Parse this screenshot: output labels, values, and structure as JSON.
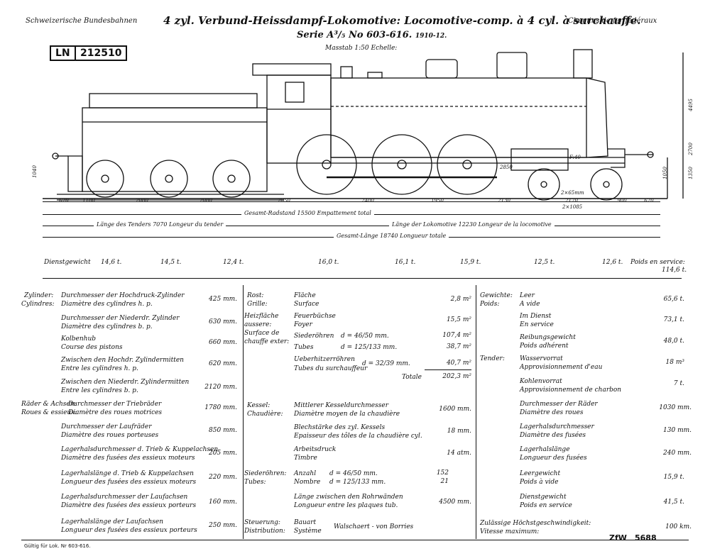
{
  "header": {
    "left": "Schweizerische Bundesbahnen",
    "title": "4 zyl. Verbund-Heissdampf-Lokomotive: Locomotive-comp. à 4 cyl. à surchauffe.",
    "right": "Chemins de fer fédéraux",
    "series_prefix": "Serie",
    "series_class": "A³/₅",
    "series_nos": "No 603-616.",
    "series_years": "1910-12.",
    "scale": "Masstab 1:50 Echelle:",
    "ln_label": "LN",
    "ln_number": "212510"
  },
  "dims": {
    "left_height": "1040",
    "right_heights": [
      "4495",
      "2700",
      "1050",
      "1350"
    ],
    "chain": [
      "620",
      "1100",
      "2000",
      "2000",
      "2850",
      "2400",
      "1950",
      "2130",
      "2170",
      "900",
      "620"
    ],
    "wheel_note_1": "2×65mm",
    "wheel_note_2": "2×1085",
    "axle_note": "F:40",
    "axle_note_2": "2850",
    "radstand": "Gesamt-Radstand 15500 Empattement total",
    "tender_length": "Länge des Tenders 7070 Longeur du tender",
    "loco_length": "Länge der Lokomotive 12230 Longeur de la locomotive",
    "total_length": "Gesamt-Länge 18740 Longueur totale"
  },
  "weights": {
    "label": "Dienstgewicht",
    "values": [
      "14,6 t.",
      "14,5 t.",
      "12,4 t.",
      "16,0 t.",
      "16,1 t.",
      "15,9 t.",
      "12,5 t.",
      "12,6 t."
    ],
    "right_label": "Poids en service:",
    "total": "114,6 t."
  },
  "col1": [
    {
      "head": "Zylinder:",
      "head2": "Cylindres:",
      "de": "Durchmesser der Hochdruck-Zylinder",
      "fr": "Diamètre des cylindres h. p.",
      "value": "425 mm."
    },
    {
      "de": "Durchmesser der Niederdr. Zylinder",
      "fr": "Diamètre des cylindres b. p.",
      "value": "630 mm."
    },
    {
      "de": "Kolbenhub",
      "fr": "Course des pistons",
      "value": "660 mm."
    },
    {
      "de": "Zwischen den Hochdr. Zylindermitten",
      "fr": "Entre les cylindres h. p.",
      "value": "620 mm."
    },
    {
      "de": "Zwischen den Niederdr. Zylindermitten",
      "fr": "Entre les cylindres b. p.",
      "value": "2120 mm."
    },
    {
      "head": "Räder & Achsen:",
      "head2": "Roues & essieux:",
      "de": "Durchmesser der Triebräder",
      "fr": "Diamètre des roues motrices",
      "value": "1780 mm."
    },
    {
      "de": "Durchmesser der Laufräder",
      "fr": "Diamètre des roues porteuses",
      "value": "850 mm."
    },
    {
      "de": "Lagerhalsdurchmesser d. Trieb & Kuppelachsen",
      "fr": "Diamètre des fusées des essieux moteurs",
      "value": "205 mm."
    },
    {
      "de": "Lagerhalslänge d. Trieb & Kuppelachsen",
      "fr": "Longueur des fusées des essieux moteurs",
      "value": "220 mm."
    },
    {
      "de": "Lagerhalsdurchmesser der Laufachsen",
      "fr": "Diamètre des fusées des essieux porteurs",
      "value": "160 mm."
    },
    {
      "de": "Lagerhalslänge der Laufachsen",
      "fr": "Longueur des fusées des essieux porteurs",
      "value": "250 mm."
    }
  ],
  "col2": {
    "rost_head": "Rost:",
    "rost_head2": "Grille:",
    "rost_de": "Fläche",
    "rost_fr": "Surface",
    "rost_value": "2,8 m²",
    "heiz_head": "Heizfläche aussere:",
    "heiz_head2": "Surface de chauffe exter:",
    "feuer_de": "Feuerbüchse",
    "feuer_fr": "Foyer",
    "feuer_value": "15,5 m²",
    "sied_de": "Siederöhren",
    "sied_fr": "Tubes",
    "sied_a": "d = 46/50 mm.",
    "sied_a_val": "107,4 m²",
    "sied_b": "d = 125/133 mm.",
    "sied_b_val": "38,7 m²",
    "ueber_de": "Ueberhitzerröhren",
    "ueber_fr": "Tubes du surchauffeur",
    "ueber_d": "d = 32/39 mm.",
    "ueber_val": "40,7 m²",
    "total_label": "Totale",
    "total_val": "202,3 m²",
    "kessel_head": "Kessel:",
    "kessel_head2": "Chaudière:",
    "k1_de": "Mittlerer Kesseldurchmesser",
    "k1_fr": "Diamètre moyen de la chaudière",
    "k1_val": "1600 mm.",
    "k2_de": "Blechstärke des zyl. Kessels",
    "k2_fr": "Epaisseur des tôles de la chaudière cyl.",
    "k2_val": "18 mm.",
    "k3_de": "Arbeitsdruck",
    "k3_fr": "Timbre",
    "k3_val": "14 atm.",
    "sr_head": "Siederöhren:",
    "sr_head2": "Tubes:",
    "anz_de": "Anzahl",
    "anz_fr": "Nombre",
    "anz_a": "d = 46/50 mm.",
    "anz_a_val": "152",
    "anz_b": "d = 125/133 mm.",
    "anz_b_val": "21",
    "len_de": "Länge zwischen den Rohrwänden",
    "len_fr": "Longueur entre les plaques tub.",
    "len_val": "4500 mm.",
    "st_head": "Steuerung:",
    "st_head2": "Distribution:",
    "bauart": "Bauart",
    "systeme": "Système",
    "st_val": "Walschaert - von Borries"
  },
  "col3": [
    {
      "head": "Gewichte:",
      "head2": "Poids:",
      "de": "Leer",
      "fr": "A vide",
      "value": "65,6 t."
    },
    {
      "de": "Im Dienst",
      "fr": "En service",
      "value": "73,1 t."
    },
    {
      "de": "Reibungsgewicht",
      "fr": "Poids adhérent",
      "value": "48,0 t."
    },
    {
      "head": "Tender:",
      "de": "Wasservorrat",
      "fr": "Approvisionnement d'eau",
      "value": "18 m³"
    },
    {
      "de": "Kohlenvorrat",
      "fr": "Approvisionnement de charbon",
      "value": "7 t."
    },
    {
      "de": "Durchmesser der Räder",
      "fr": "Diamètre des roues",
      "value": "1030 mm."
    },
    {
      "de": "Lagerhalsdurchmesser",
      "fr": "Diamètre des fusées",
      "value": "130 mm."
    },
    {
      "de": "Lagerhalslänge",
      "fr": "Longueur des fusées",
      "value": "240 mm."
    },
    {
      "de": "Leergewicht",
      "fr": "Poids à vide",
      "value": "15,9 t."
    },
    {
      "de": "Dienstgewicht",
      "fr": "Poids en service",
      "value": "41,5 t."
    }
  ],
  "speed": {
    "de": "Zulässige Höchstgeschwindigkeit:",
    "fr": "Vitesse maximum:",
    "value": "100 km."
  },
  "footer": {
    "left": "Gültig für Lok. Nr 603-616.",
    "zfw": "ZfW",
    "zfw_no": "5688"
  }
}
